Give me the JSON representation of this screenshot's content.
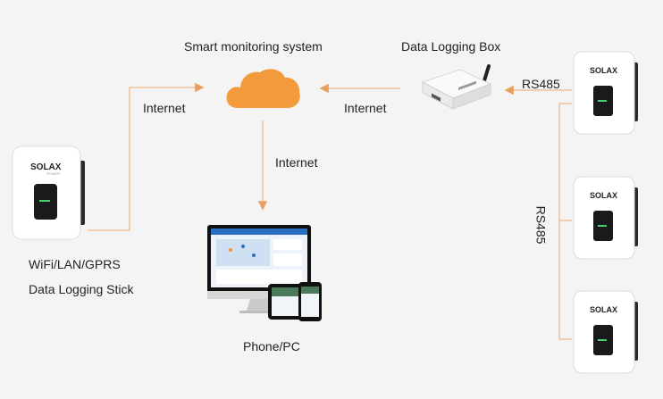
{
  "labels": {
    "smart_monitoring": "Smart monitoring system",
    "data_logging_box": "Data Logging Box",
    "internet_left": "Internet",
    "internet_right": "Internet",
    "internet_down": "Internet",
    "rs485_top": "RS485",
    "rs485_vertical": "RS485",
    "wifi_lan_gprs": "WiFi/LAN/GPRS",
    "data_logging_stick": "Data Logging Stick",
    "phone_pc": "Phone/PC"
  },
  "brand": {
    "logo": "SOLAX",
    "sub": "POWER"
  },
  "colors": {
    "connector": "#f0a05a",
    "cloud": "#f29a3c",
    "background": "#f4f4f4"
  }
}
